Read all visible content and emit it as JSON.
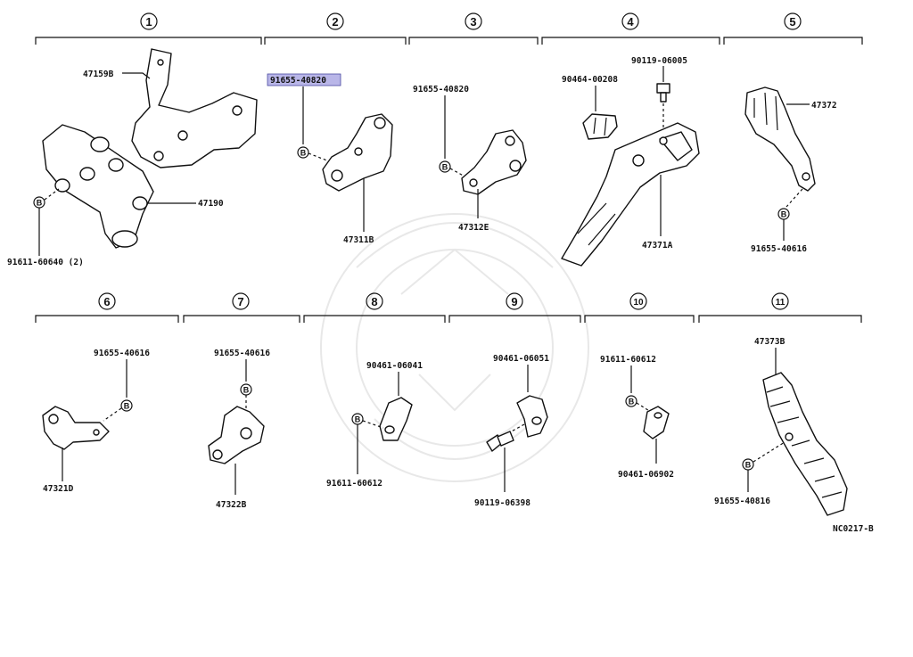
{
  "sections": [
    {
      "num": "1",
      "parts": [
        "47159B",
        "47190",
        "91611-60640 (2)"
      ]
    },
    {
      "num": "2",
      "parts": [
        "91655-40820",
        "47311B"
      ]
    },
    {
      "num": "3",
      "parts": [
        "91655-40820",
        "47312E"
      ]
    },
    {
      "num": "4",
      "parts": [
        "90464-00208",
        "90119-06005",
        "47371A"
      ]
    },
    {
      "num": "5",
      "parts": [
        "47372",
        "91655-40616"
      ]
    },
    {
      "num": "6",
      "parts": [
        "91655-40616",
        "47321D"
      ]
    },
    {
      "num": "7",
      "parts": [
        "91655-40616",
        "47322B"
      ]
    },
    {
      "num": "8",
      "parts": [
        "90461-06041",
        "91611-60612"
      ]
    },
    {
      "num": "9",
      "parts": [
        "90461-06051",
        "90119-06398"
      ]
    },
    {
      "num": "10",
      "parts": [
        "91611-60612",
        "90461-06902"
      ]
    },
    {
      "num": "11",
      "parts": [
        "47373B",
        "91655-40816"
      ]
    }
  ],
  "bolt_marker": "B",
  "diagram_code": "NC0217-B",
  "highlight_color": "#b9b6e8"
}
